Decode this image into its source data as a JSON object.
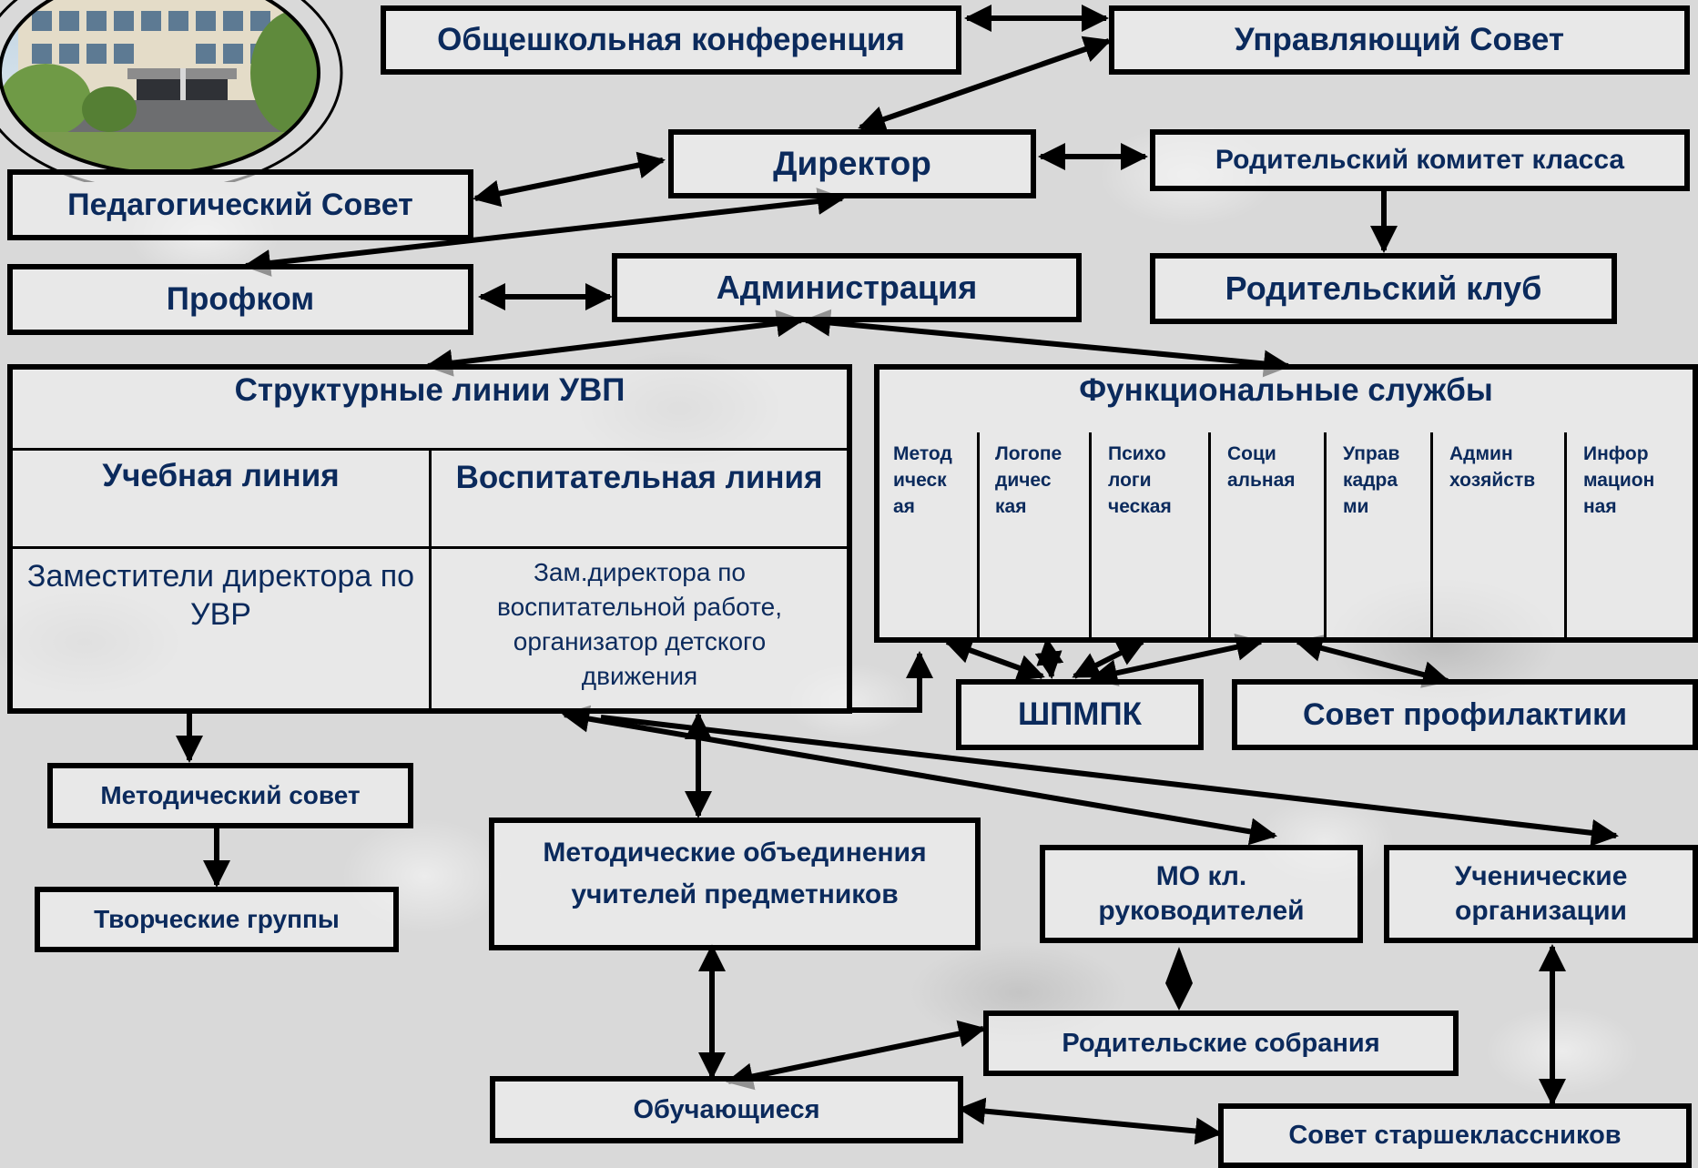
{
  "colors": {
    "text": "#0b2a5c",
    "border": "#000000"
  },
  "nodes": {
    "conference": "Общешкольная конференция",
    "council": "Управляющий Совет",
    "director": "Директор",
    "parent_committee": "Родительский комитет класса",
    "ped_council": "Педагогический Совет",
    "union": "Профком",
    "administration": "Администрация",
    "parent_club": "Родительский клуб",
    "shpmpk": "ШПМПК",
    "prevention_council": "Совет профилактики",
    "method_council": "Методический совет",
    "creative_groups": "Творческие группы",
    "method_unions": "Методические объединения учителей предметников",
    "mo_class": "МО кл. руководителей",
    "student_orgs": "Ученические организации",
    "parent_meetings": "Родительские собрания",
    "students": "Обучающиеся",
    "senior_council": "Совет старшеклассников"
  },
  "structural": {
    "title": "Структурные линии УВП",
    "study_line": "Учебная линия",
    "upbringing_line": "Воспитательная линия",
    "study_text": "Заместители директора по УВР",
    "upbringing_text": "Зам.директора по воспитательной работе, организатор детского движения"
  },
  "functional": {
    "title": "Функциональные службы",
    "columns": [
      [
        "Метод",
        "ическ",
        "ая"
      ],
      [
        "Логопе",
        "дичес",
        "кая"
      ],
      [
        "Психо",
        "логи",
        "ческая"
      ],
      [
        "Соци",
        "альная"
      ],
      [
        "Управ",
        "кадра",
        "ми"
      ],
      [
        "Админ",
        "хозяйств"
      ],
      [
        "Инфор",
        "мацион",
        "ная"
      ]
    ]
  }
}
